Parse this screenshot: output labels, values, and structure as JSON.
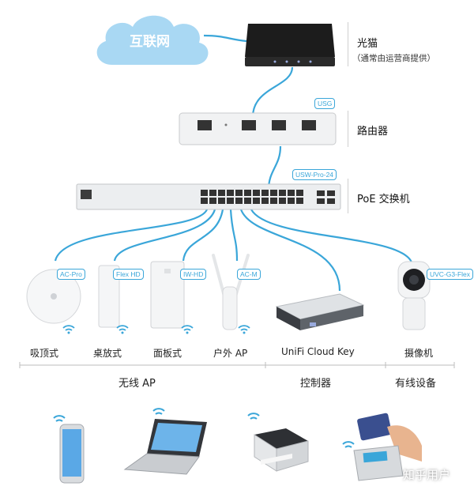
{
  "internet": {
    "label": "互联网"
  },
  "side_labels": {
    "modem": "光猫",
    "modem_note": "（通常由运营商提供）",
    "router": "路由器",
    "switch": "PoE 交换机"
  },
  "tags": {
    "router": "USG",
    "switch": "USW-Pro-24",
    "ap_ceiling": "AC-Pro",
    "ap_desk": "Flex HD",
    "ap_wall": "IW-HD",
    "ap_outdoor": "AC-M",
    "camera": "UVC-G3-Flex"
  },
  "devices": {
    "ap_ceiling": "吸顶式",
    "ap_desk": "桌放式",
    "ap_wall": "面板式",
    "ap_outdoor": "户外 AP",
    "cloud_key": "UniFi Cloud Key",
    "camera": "摄像机"
  },
  "groups": {
    "wireless_ap": "无线 AP",
    "controller": "控制器",
    "wired": "有线设备"
  },
  "clients": [
    "phone-icon",
    "laptop-icon",
    "printer-icon",
    "pos-terminal-icon"
  ],
  "watermark": "知乎用户",
  "colors": {
    "wire": "#3aa6d9",
    "cloud": "#a9d8f3",
    "cloud_text": "#ffffff"
  }
}
